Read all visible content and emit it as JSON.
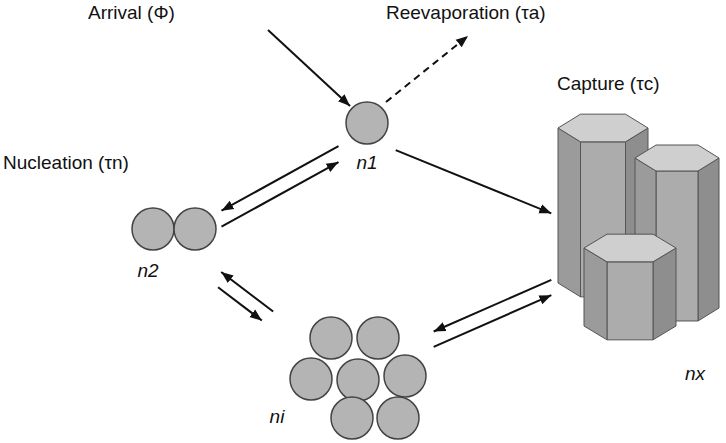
{
  "diagram": {
    "nodes": [
      {
        "text": [
          "n1"
        ]
      },
      {
        "text": [
          "n2"
        ]
      },
      {
        "text": [
          "ni"
        ]
      },
      {
        "text": [
          "nx"
        ]
      }
    ],
    "edges": [
      {
        "from": 0,
        "to": 1,
        "arrow": "to"
      },
      {
        "from": 1,
        "to": 0,
        "arrow": "to"
      },
      {
        "from": 0,
        "to": 3,
        "arrow": "to"
      },
      {
        "from": 1,
        "to": 2,
        "arrow": "to"
      },
      {
        "from": 2,
        "to": 1,
        "arrow": "to"
      },
      {
        "from": 2,
        "to": 3,
        "arrow": "to"
      },
      {
        "from": 3,
        "to": 2,
        "arrow": "to"
      }
    ],
    "labels": [
      "Arrival (Φ)",
      "Reevaporation (τa)",
      "Nucleation (τn)",
      "Capture (τc)"
    ]
  }
}
